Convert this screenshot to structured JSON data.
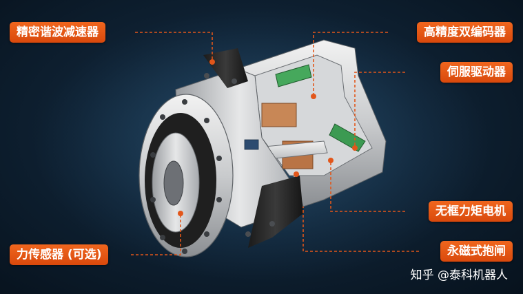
{
  "labels": {
    "harmonic_reducer": "精密谐波减速器",
    "dual_encoder": "高精度双编码器",
    "servo_driver": "伺服驱动器",
    "frameless_motor": "无框力矩电机",
    "permanent_magnet_brake": "永磁式抱闸",
    "force_sensor": "力传感器 (可选)"
  },
  "watermark": "知乎 @泰科机器人",
  "colors": {
    "label_bg": "#e2561a",
    "leader_line": "#e2561a",
    "background": "#0f2234"
  }
}
